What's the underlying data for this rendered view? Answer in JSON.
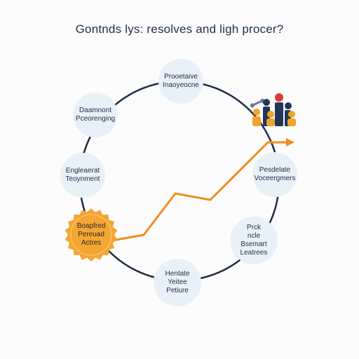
{
  "title": "Gontnds lys: resolves and ligh procer?",
  "colors": {
    "ring": "#1f2d45",
    "node_fill": "#e8f1f8",
    "highlight_fill": "#f5a531",
    "highlight_edge": "#f7c46b",
    "arrow": "#f28c1f",
    "people_navy": "#22365a",
    "people_orange": "#f0a42a",
    "people_red": "#d93b3b"
  },
  "nodes": [
    {
      "id": "top",
      "lines": [
        "Prooetaive",
        "Inaoyeocne"
      ],
      "highlight": false
    },
    {
      "id": "upper-left",
      "lines": [
        "Daamnont",
        "Pceorenging"
      ],
      "highlight": false
    },
    {
      "id": "left",
      "lines": [
        "Engleaerat",
        "Teoynment"
      ],
      "highlight": false
    },
    {
      "id": "lower-left",
      "lines": [
        "Boapfred",
        "Pereuad",
        "Actres"
      ],
      "highlight": true
    },
    {
      "id": "bottom",
      "lines": [
        "Hentate",
        "Yeitee",
        "Petiure"
      ],
      "highlight": false
    },
    {
      "id": "lower-right",
      "lines": [
        "Prck",
        "ncle",
        "Bsemart",
        "Leatrees"
      ],
      "highlight": false
    },
    {
      "id": "right",
      "lines": [
        "Pesdelate",
        "Voceergmers"
      ],
      "highlight": false
    }
  ],
  "icons": {
    "people_group": "people-group-icon",
    "wrench": "wrench-icon",
    "trend_arrow": "trend-arrow-icon"
  }
}
